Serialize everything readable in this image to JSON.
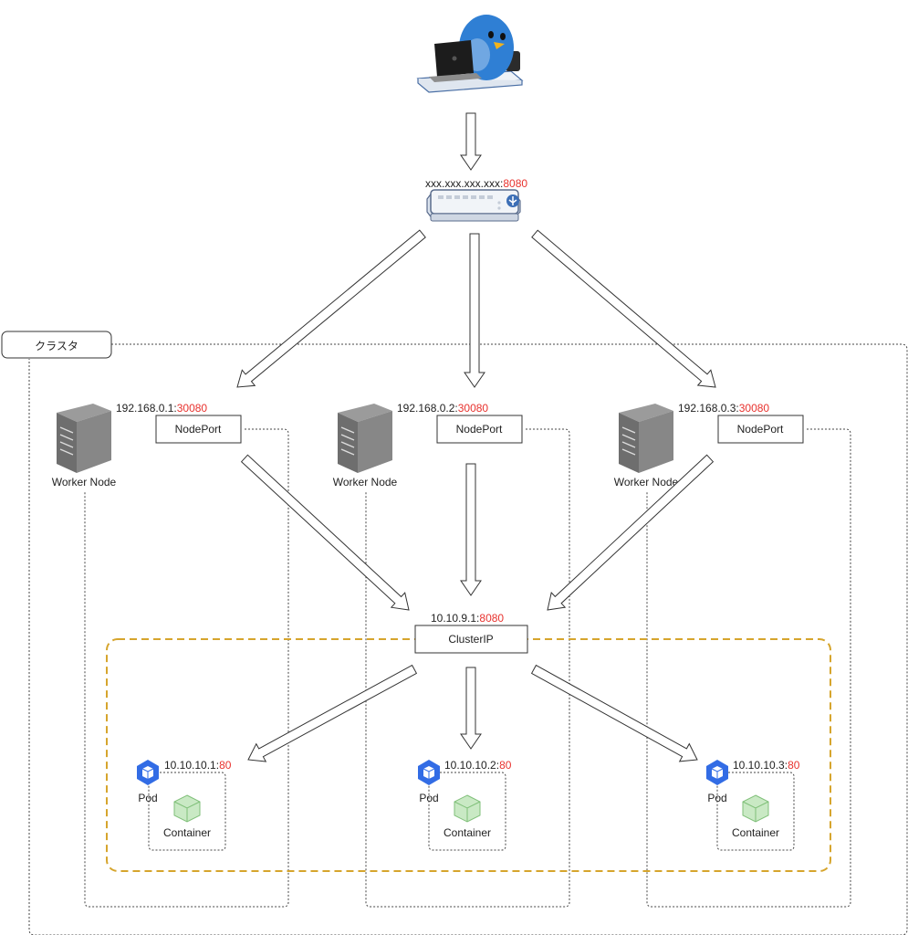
{
  "load_balancer": {
    "ip": "xxx.xxx.xxx.xxx:",
    "port": "8080"
  },
  "cluster": {
    "label": "クラスタ"
  },
  "worker_nodes": [
    {
      "label": "Worker Node",
      "nodeport_label": "NodePort",
      "ip": "192.168.0.1:",
      "port": "30080"
    },
    {
      "label": "Worker Node",
      "nodeport_label": "NodePort",
      "ip": "192.168.0.2:",
      "port": "30080"
    },
    {
      "label": "Worker Node",
      "nodeport_label": "NodePort",
      "ip": "192.168.0.3:",
      "port": "30080"
    }
  ],
  "cluster_ip": {
    "label": "ClusterIP",
    "ip": "10.10.9.1:",
    "port": "8080"
  },
  "pods": [
    {
      "label": "Pod",
      "container_label": "Container",
      "ip": "10.10.10.1:",
      "port": "80"
    },
    {
      "label": "Pod",
      "container_label": "Container",
      "ip": "10.10.10.2:",
      "port": "80"
    },
    {
      "label": "Pod",
      "container_label": "Container",
      "ip": "10.10.10.3:",
      "port": "80"
    }
  ],
  "colors": {
    "port_text": "#e8322e",
    "service_group": "#d6a52d",
    "pod_icon": "#326ce5",
    "container_icon": "#a3d9a0",
    "server": "#6b6b6b"
  }
}
